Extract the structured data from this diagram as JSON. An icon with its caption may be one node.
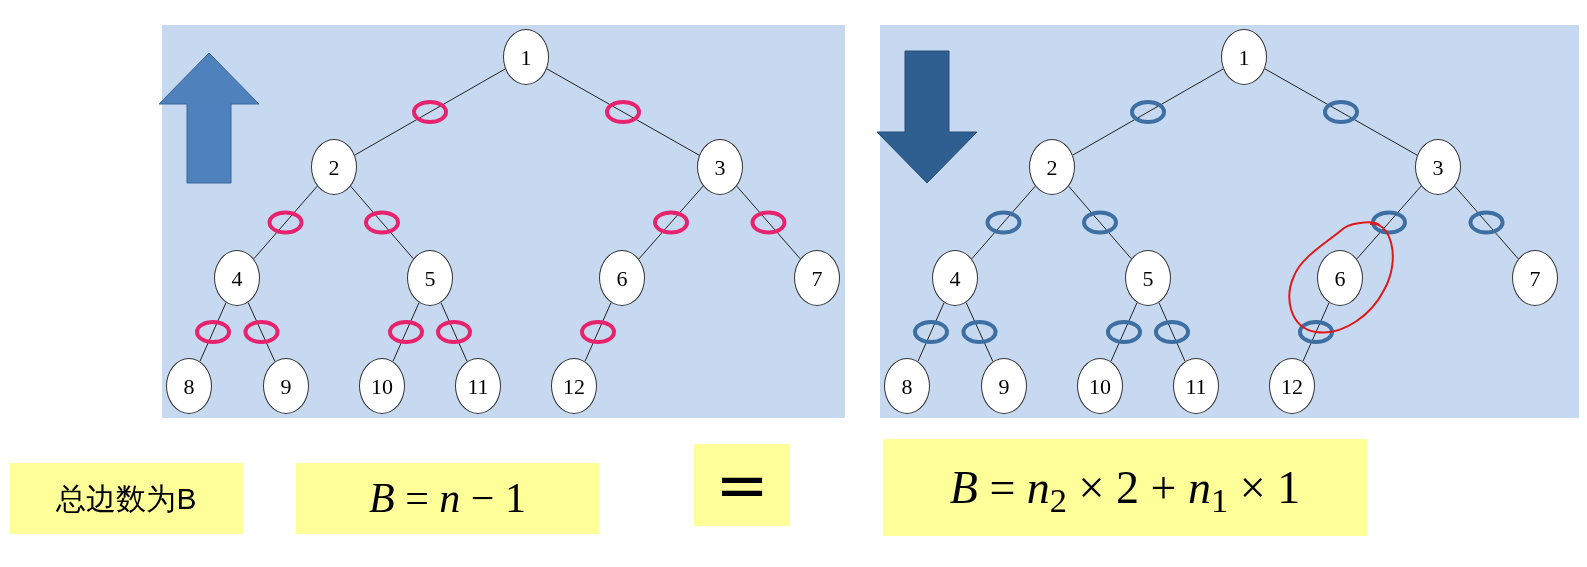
{
  "diagram": {
    "nodes": [
      {
        "text": [],
        "shape": "box"
      },
      {
        "text": [
          "1"
        ],
        "in": 0
      },
      {
        "text": [
          "2"
        ],
        "in": 0
      },
      {
        "text": [
          "3"
        ],
        "in": 0
      },
      {
        "text": [
          "4"
        ],
        "in": 0
      },
      {
        "text": [
          "5"
        ],
        "in": 0
      },
      {
        "text": [
          "6"
        ],
        "in": 0
      },
      {
        "text": [
          "7"
        ],
        "in": 0
      },
      {
        "text": [
          "8"
        ],
        "in": 0
      },
      {
        "text": [
          "9"
        ],
        "in": 0
      },
      {
        "text": [
          "10"
        ],
        "in": 0
      },
      {
        "text": [
          "11"
        ],
        "in": 0
      },
      {
        "text": [
          "12"
        ],
        "in": 0
      },
      {
        "text": [],
        "shape": "box"
      },
      {
        "text": [
          "1"
        ],
        "in": 13
      },
      {
        "text": [
          "2"
        ],
        "in": 13
      },
      {
        "text": [
          "3"
        ],
        "in": 13
      },
      {
        "text": [
          "4"
        ],
        "in": 13
      },
      {
        "text": [
          "5"
        ],
        "in": 13
      },
      {
        "text": [
          "6"
        ],
        "in": 13
      },
      {
        "text": [
          "7"
        ],
        "in": 13
      },
      {
        "text": [
          "8"
        ],
        "in": 13
      },
      {
        "text": [
          "9"
        ],
        "in": 13
      },
      {
        "text": [
          "10"
        ],
        "in": 13
      },
      {
        "text": [
          "11"
        ],
        "in": 13
      },
      {
        "text": [
          "12"
        ],
        "in": 13
      },
      {
        "text": [
          "总边数为B"
        ]
      },
      {
        "text": [
          "*B* = *n* − 1"
        ]
      },
      {
        "text": [
          "="
        ]
      },
      {
        "text": [
          "*B* = *n*$_{2}$ × 2 + *n*$_{1}$ × 1"
        ]
      }
    ],
    "edges": [
      {
        "from": 1,
        "to": 2,
        "arrow": "none"
      },
      {
        "from": 1,
        "to": 3,
        "arrow": "none"
      },
      {
        "from": 2,
        "to": 4,
        "arrow": "none"
      },
      {
        "from": 2,
        "to": 5,
        "arrow": "none"
      },
      {
        "from": 3,
        "to": 6,
        "arrow": "none"
      },
      {
        "from": 3,
        "to": 7,
        "arrow": "none"
      },
      {
        "from": 4,
        "to": 8,
        "arrow": "none"
      },
      {
        "from": 4,
        "to": 9,
        "arrow": "none"
      },
      {
        "from": 5,
        "to": 10,
        "arrow": "none"
      },
      {
        "from": 5,
        "to": 11,
        "arrow": "none"
      },
      {
        "from": 6,
        "to": 12,
        "arrow": "none"
      },
      {
        "from": 14,
        "to": 15,
        "arrow": "none"
      },
      {
        "from": 14,
        "to": 16,
        "arrow": "none"
      },
      {
        "from": 15,
        "to": 17,
        "arrow": "none"
      },
      {
        "from": 15,
        "to": 18,
        "arrow": "none"
      },
      {
        "from": 16,
        "to": 19,
        "arrow": "none"
      },
      {
        "from": 16,
        "to": 20,
        "arrow": "none"
      },
      {
        "from": 17,
        "to": 21,
        "arrow": "none"
      },
      {
        "from": 17,
        "to": 22,
        "arrow": "none"
      },
      {
        "from": 18,
        "to": 23,
        "arrow": "none"
      },
      {
        "from": 18,
        "to": 24,
        "arrow": "none"
      },
      {
        "from": 19,
        "to": 25,
        "arrow": "none"
      }
    ]
  }
}
